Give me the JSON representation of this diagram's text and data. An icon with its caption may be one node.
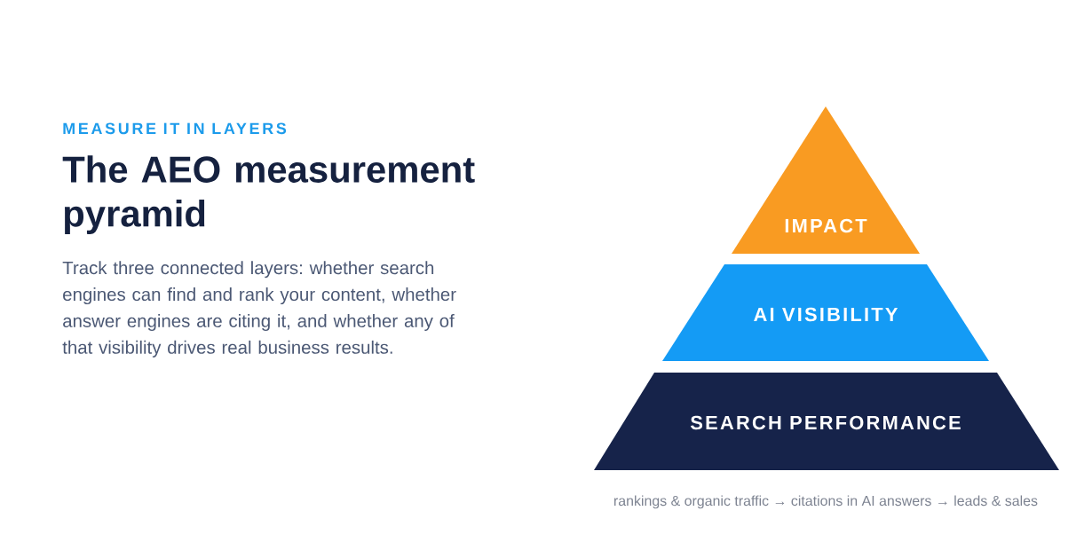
{
  "diagram": {
    "title": "The AEO measurement pyramid",
    "nodes": [
      {
        "text": [
          "IMPACT"
        ]
      },
      {
        "text": [
          "AI VISIBILITY"
        ]
      },
      {
        "text": [
          "SEARCH PERFORMANCE"
        ]
      }
    ],
    "labels": [
      "MEASURE IT IN LAYERS",
      "Track three connected layers: whether search engines can find and rank your content, whether answer engines are citing it, and whether any of that visibility drives real business results."
    ],
    "caption": "rankings & organic traffic → citations in AI answers → leads & sales"
  }
}
